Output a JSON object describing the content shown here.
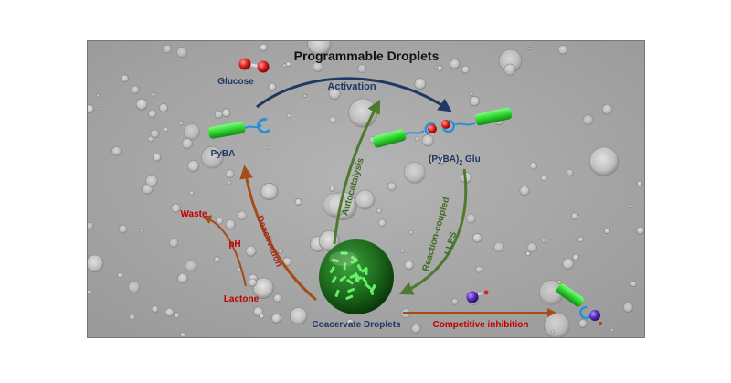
{
  "title": "Programmable Droplets",
  "labels": {
    "glucose": "Glucose",
    "activation": "Activation",
    "pyba": "PyBA",
    "complex_main": "(PyBA)",
    "complex_sub": "2",
    "complex_tail": " Glu",
    "autocatalysis": "Autocatalysis",
    "reaction_coupled": "Reaction-coupled",
    "llps": "LLPS",
    "deactivation": "Deactivation",
    "waste": "Waste",
    "ph": "pH",
    "lactone": "Lactone",
    "coacervate": "Coacervate Droplets",
    "competitive": "Competitive inhibition"
  },
  "colors": {
    "navy": "#1f3864",
    "green_arrow": "#4e7a2e",
    "brown_arrow": "#a64d17",
    "red_text": "#c00000",
    "rod_green": "#2ed32e",
    "sphere_red": "#e02020",
    "hook_blue": "#2a8fd6",
    "inhibitor_purple": "#5b2dbf"
  },
  "icons": [
    "glucose-molecule-icon",
    "pyba-rod-icon",
    "pyba-dimer-icon",
    "coacervate-sphere-icon",
    "inhibitor-molecule-icon",
    "inhibited-complex-icon"
  ]
}
